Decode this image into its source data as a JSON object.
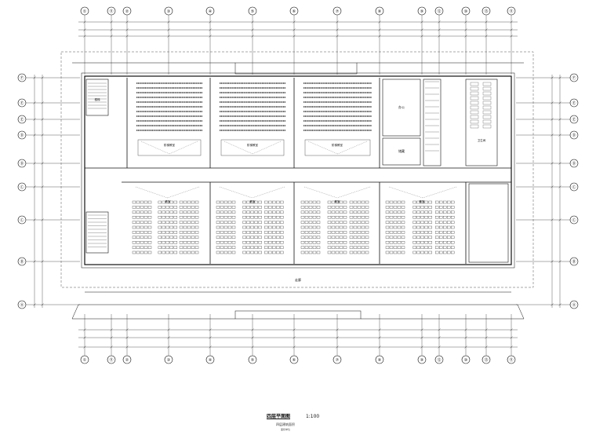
{
  "drawing": {
    "title": "四层平面图",
    "scale": "1:100",
    "subtitle": "四层建筑面积",
    "note": "面积单位"
  },
  "axes": {
    "vertical": [
      "①",
      "⑪",
      "②",
      "③",
      "④",
      "⑤",
      "⑥",
      "⑦",
      "⑧",
      "⑨",
      "⑫",
      "⑩",
      "⑬",
      "⑪"
    ],
    "horizontal": [
      "Ⓕ",
      "Ⓔ",
      "Ⓔ",
      "Ⓓ",
      "Ⓓ",
      "Ⓒ",
      "Ⓒ",
      "Ⓑ",
      "Ⓐ"
    ]
  },
  "labels": {
    "lecture_rooms": [
      "阶梯教室",
      "阶梯教室",
      "阶梯教室"
    ],
    "classrooms": [
      "教室",
      "教室",
      "教室",
      "教室"
    ],
    "office": "办公",
    "storage": "储藏",
    "corridor": "走廊",
    "stair": "楼梯",
    "toilet": "卫生间"
  },
  "colors": {
    "line": "#111111",
    "thin": "#333333",
    "dashed": "#555555",
    "paper": "#ffffff"
  }
}
